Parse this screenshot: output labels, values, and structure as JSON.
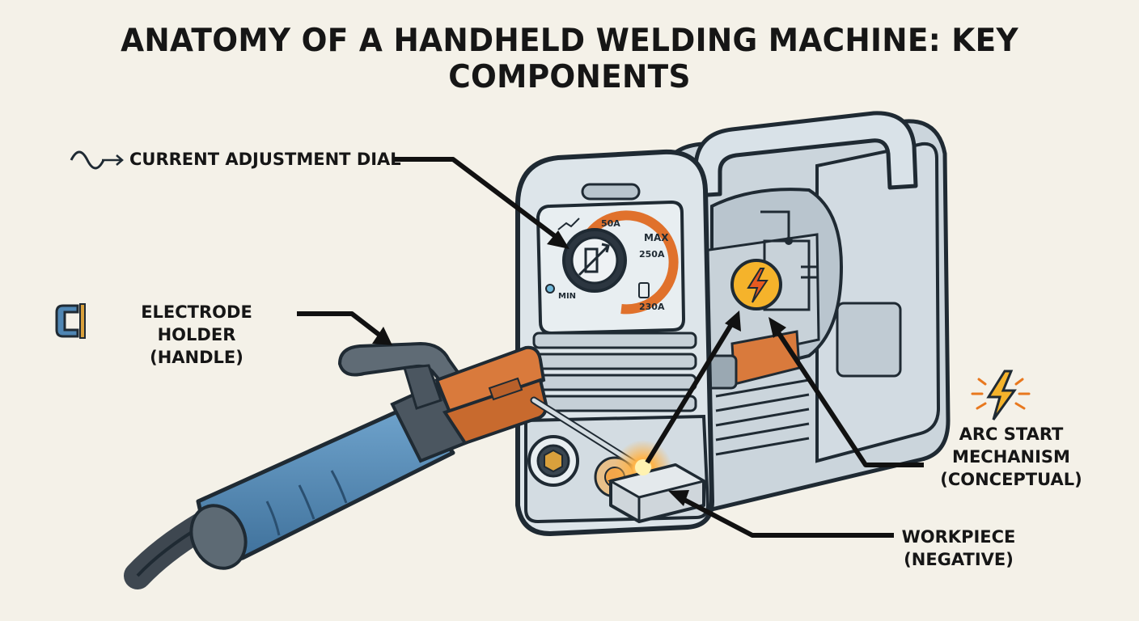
{
  "title": "ANATOMY OF A HANDHELD WELDING MACHINE: KEY COMPONENTS",
  "labels": {
    "current_dial": "CURRENT ADJUSTMENT DIAL",
    "electrode_holder_line1": "ELECTRODE HOLDER",
    "electrode_holder_line2": "(HANDLE)",
    "arc_start_line1": "ARC START",
    "arc_start_line2": "MECHANISM",
    "arc_start_line3": "(CONCEPTUAL)",
    "workpiece_line1": "WORKPIECE",
    "workpiece_line2": "(NEGATIVE)"
  },
  "dial_scale": {
    "min": "MIN",
    "mark_50": "50A",
    "max": "MAX",
    "mark_250": "250A",
    "mark_230": "230A"
  },
  "colors": {
    "background": "#f4f1e8",
    "outline": "#1f2a33",
    "body": "#d7e0e6",
    "copper": "#d97a3c",
    "grip": "#4f86b3",
    "arc": "#f5a623"
  },
  "icons": [
    "sine-wave-icon",
    "c-clamp-icon",
    "lightning-sparks-icon",
    "lightning-bolt-icon",
    "capacitor-circuit-icon",
    "variable-resistor-icon"
  ]
}
